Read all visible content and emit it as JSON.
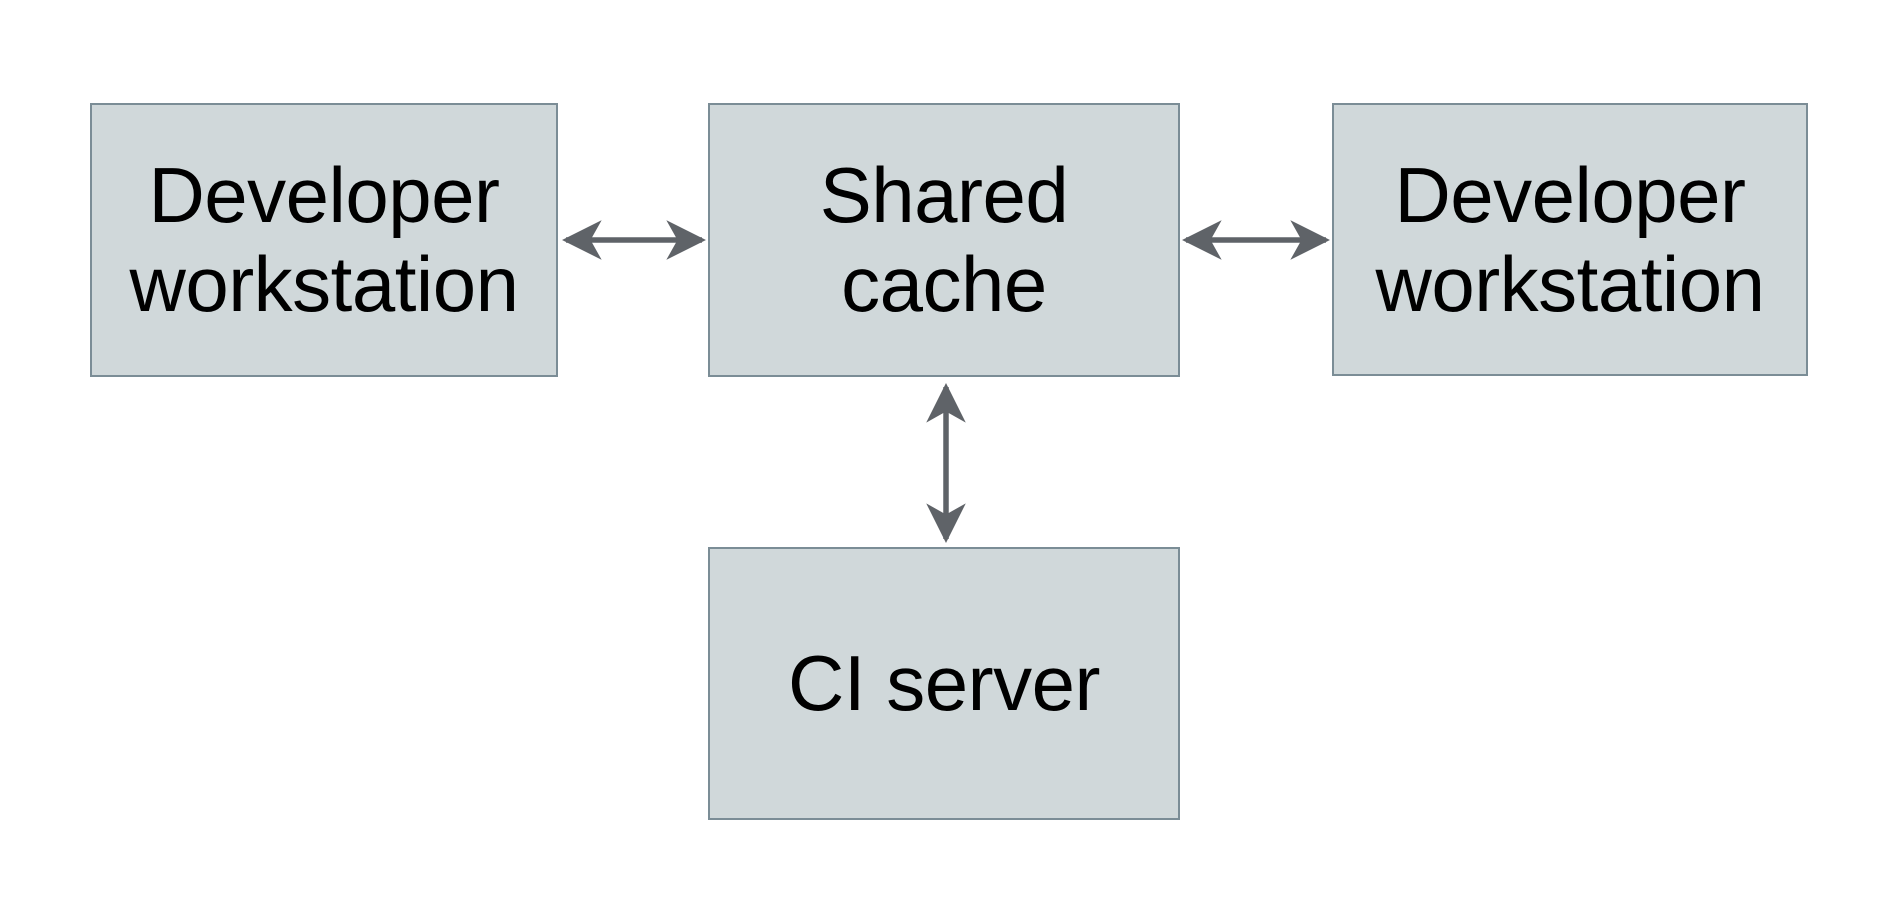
{
  "diagram": {
    "type": "architecture-diagram",
    "nodes": [
      {
        "id": "developer-workstation-left",
        "label": "Developer\nworkstation"
      },
      {
        "id": "shared-cache",
        "label": "Shared\ncache"
      },
      {
        "id": "developer-workstation-right",
        "label": "Developer\nworkstation"
      },
      {
        "id": "ci-server",
        "label": "CI server"
      }
    ],
    "edges": [
      {
        "from": "developer-workstation-left",
        "to": "shared-cache",
        "direction": "bidirectional"
      },
      {
        "from": "developer-workstation-right",
        "to": "shared-cache",
        "direction": "bidirectional"
      },
      {
        "from": "ci-server",
        "to": "shared-cache",
        "direction": "bidirectional"
      }
    ],
    "colors": {
      "background": "#ffffff",
      "box_fill": "#d0d8da",
      "box_border": "#7b8d96",
      "arrow": "#5f6368",
      "text": "#000000"
    }
  }
}
